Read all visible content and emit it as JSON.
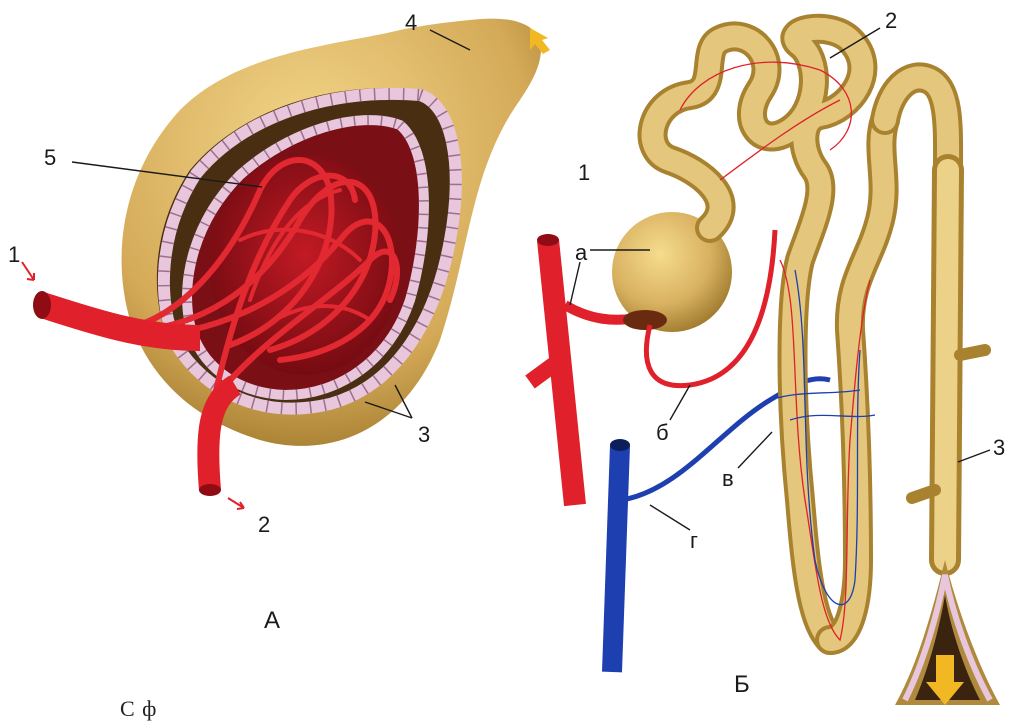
{
  "panel_a": {
    "label": "А",
    "callouts": {
      "afferent": "1",
      "efferent": "2",
      "epithelium": "3",
      "outlet": "4",
      "glomerulus": "5"
    }
  },
  "panel_b": {
    "label": "Б",
    "callouts": {
      "capsule": "1",
      "tubule": "2",
      "collecting_duct": "3",
      "artery_branch": "а",
      "efferent_vessel": "б",
      "capillary_net": "в",
      "vein_branch": "г"
    }
  },
  "caption": "С                  ф",
  "colors": {
    "tubule": "#d9b56a",
    "tubule_dark": "#a8822f",
    "artery": "#e0202a",
    "vein": "#1d3fb0",
    "epithelium": "#e8c6dc",
    "arrow": "#f2b824"
  }
}
